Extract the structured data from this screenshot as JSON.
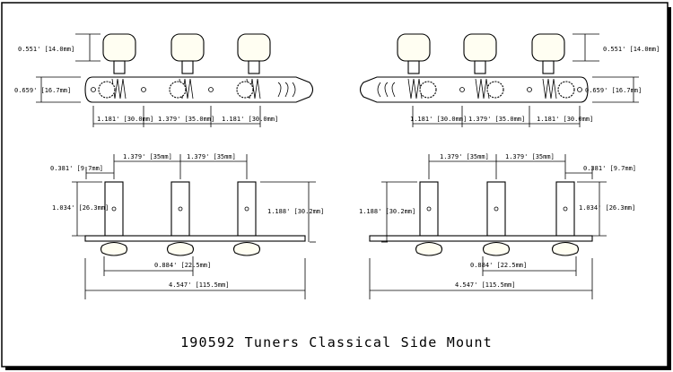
{
  "title": "190592 Tuners Classical Side Mount",
  "top_left": {
    "key_height": "0.551' [14.0mm]",
    "plate_height": "0.659' [16.7mm]",
    "spacing_1": "1.181' [30.0mm]",
    "spacing_2": "1.379' [35.0mm]",
    "spacing_3": "1.181' [30.0mm]"
  },
  "top_right": {
    "key_height": "0.551' [14.0mm]",
    "plate_height": "0.659' [16.7mm]",
    "spacing_1": "1.181' [30.0mm]",
    "spacing_2": "1.379' [35.0mm]",
    "spacing_3": "1.181' [30.0mm]"
  },
  "bottom_left": {
    "edge_offset": "0.381' [9.7mm]",
    "post_spacing_1": "1.379' [35mm]",
    "post_spacing_2": "1.379' [35mm]",
    "post_height": "1.034' [26.3mm]",
    "overall_height": "1.188' [30.2mm]",
    "key_span": "0.884' [22.5mm]",
    "overall_length": "4.547' [115.5mm]"
  },
  "bottom_right": {
    "edge_offset": "0.381' [9.7mm]",
    "post_spacing_1": "1.379' [35mm]",
    "post_spacing_2": "1.379' [35mm]",
    "post_height": "1.034' [26.3mm]",
    "overall_height": "1.188' [30.2mm]",
    "key_span": "0.884' [22.5mm]",
    "overall_length": "4.547' [115.5mm]"
  }
}
